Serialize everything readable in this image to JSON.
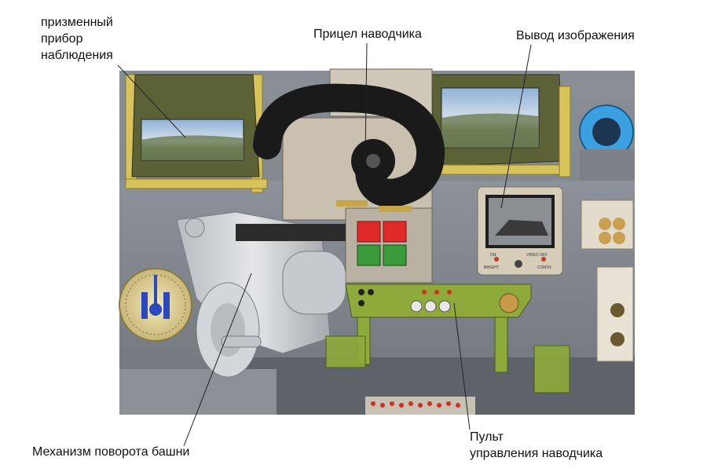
{
  "labels": {
    "prism": [
      "призменный",
      "прибор",
      "наблюдения"
    ],
    "sight": "Прицел наводчика",
    "video": "Вывод изображения",
    "mechanism": "Механизм поворота башни",
    "panel": [
      "Пульт",
      "управления наводчика"
    ]
  },
  "monitor_text": {
    "on": "ON",
    "video_off": "VIDEO OFF",
    "bright": "BRIGHT",
    "contr": "CONTR"
  },
  "colors": {
    "background": "#ffffff",
    "scene_backdrop": "#8a8f96",
    "bracket_yellow": "#d8c25a",
    "housing_olive": "#5c6236",
    "console_green": "#8eaa3a",
    "sight_gray": "#c9c0b0",
    "lamp_red": "#e02a2a",
    "lamp_green": "#3a9a3a"
  }
}
